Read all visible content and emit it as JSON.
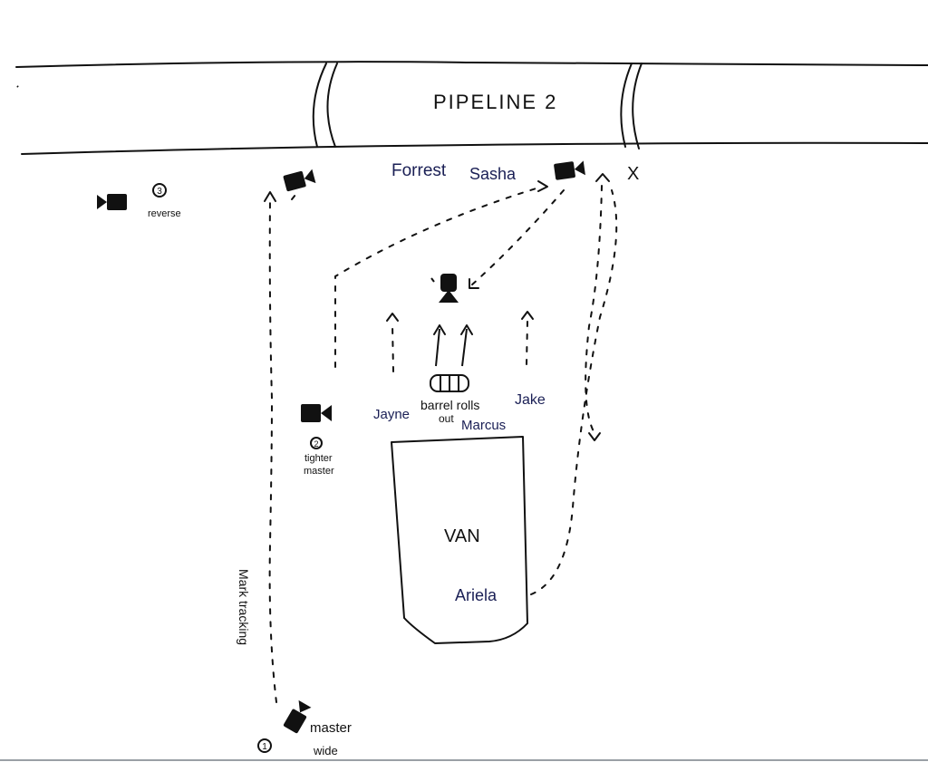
{
  "pipeline": {
    "label": "PIPELINE 2"
  },
  "people": {
    "forrest": "Forrest",
    "sasha": "Sasha",
    "jayne": "Jayne",
    "jake": "Jake",
    "marcus": "Marcus",
    "ariela": "Ariela"
  },
  "props": {
    "barrel_label_1": "barrel rolls",
    "barrel_label_2": "out",
    "van": "VAN",
    "mark_x": "X"
  },
  "cameras": {
    "cam1_number": "1",
    "cam1_line1": "master",
    "cam1_line2": "wide",
    "cam2_number": "2",
    "cam2_line1": "tighter",
    "cam2_line2": "master",
    "cam3_number": "3",
    "cam3_line1": "reverse"
  },
  "moves": {
    "tracking": "Mark tracking"
  }
}
